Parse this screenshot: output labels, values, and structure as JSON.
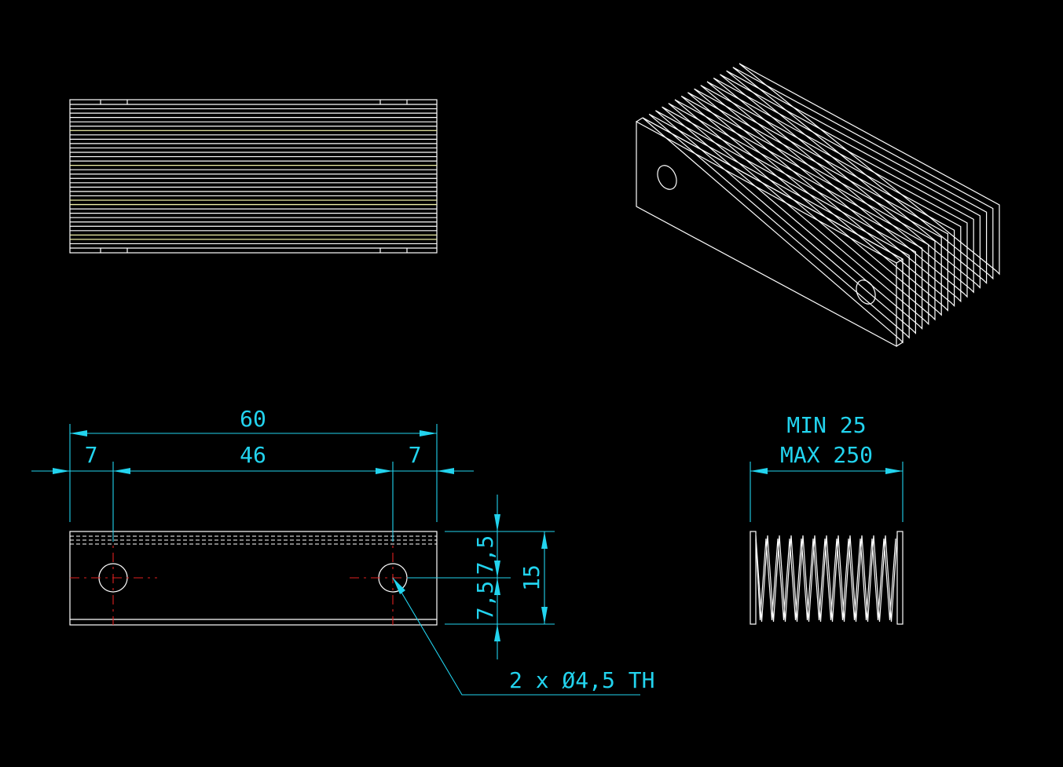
{
  "colors": {
    "background": "#000000",
    "outline": "#ffffff",
    "highlight": "#f0f0a8",
    "dimension": "#22d3ee",
    "centerline": "#e02020"
  },
  "top_view": {
    "fin_lines": 34
  },
  "isometric_view": {
    "fins": 16
  },
  "front_view": {
    "dim_total": "60",
    "dim_left": "7",
    "dim_center": "46",
    "dim_right": "7",
    "dim_height_upper": "7,5",
    "dim_height_lower": "7,5",
    "dim_height_total": "15",
    "hole_note": "2 x Ø4,5 TH",
    "holes": 2
  },
  "side_view": {
    "min_label": "MIN 25",
    "max_label": "MAX 250",
    "folds": 12
  }
}
